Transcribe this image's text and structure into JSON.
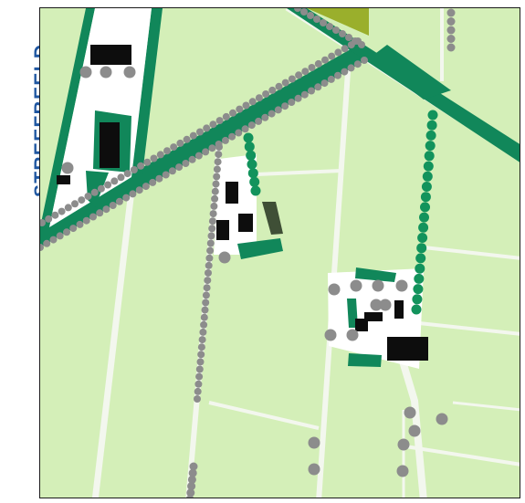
{
  "sidebar_label": "STREEFBEELD",
  "colors": {
    "label": "#2057a1",
    "field": "#d4efb8",
    "road": "#f3f7ee",
    "green_band": "#11875a",
    "building": "#0d0d0d",
    "yard": "#ffffff",
    "grey_tree": "#8c8c8c",
    "green_tree": "#12935c",
    "olive_field": "#9aaf2c",
    "dark_hedge": "#3f4f36"
  },
  "icons": {
    "grey_tree": "filled-circle",
    "green_tree": "filled-circle",
    "building": "block"
  }
}
